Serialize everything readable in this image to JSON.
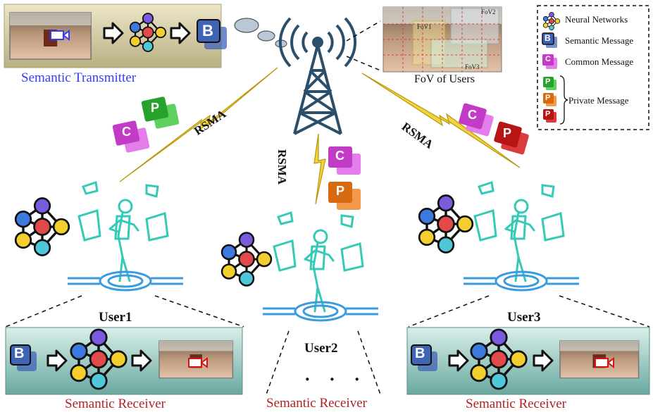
{
  "captions": {
    "transmitter": "Semantic Transmitter",
    "receiver_1": "Semantic Receiver",
    "receiver_2": "Semantic Receiver",
    "receiver_3": "Semantic Receiver",
    "fov": "FoV of Users"
  },
  "users": [
    "User1",
    "User2",
    "User3"
  ],
  "links": [
    "RSMA",
    "RSMA",
    "RSMA"
  ],
  "more": "· · ·",
  "legend": {
    "neural_networks": "Neural Networks",
    "semantic_message": "Semantic Message",
    "common_message": "Common Message",
    "private_message": "Private Message"
  },
  "fov_tags": [
    "FoV1",
    "FoV2",
    "FoV3"
  ],
  "message_letters": {
    "semantic": "B",
    "common": "C",
    "private": "P"
  },
  "colors": {
    "transmitter_text": "#3a3aff",
    "receiver_text": "#b22222",
    "semantic": "#3f63b5",
    "common": "#c23bc7",
    "private_user1": "#27a22c",
    "private_user2": "#d86a10",
    "private_user3": "#b81414",
    "user_figure": "#35c9b7",
    "tower": "#2b4f6a",
    "lightning": "#d9b820",
    "nn_purple": "#7a5be0",
    "nn_blue": "#3d7ae0",
    "nn_red": "#e24a4a",
    "nn_yellow": "#f2cf2c",
    "nn_cyan": "#4ec8d8"
  }
}
